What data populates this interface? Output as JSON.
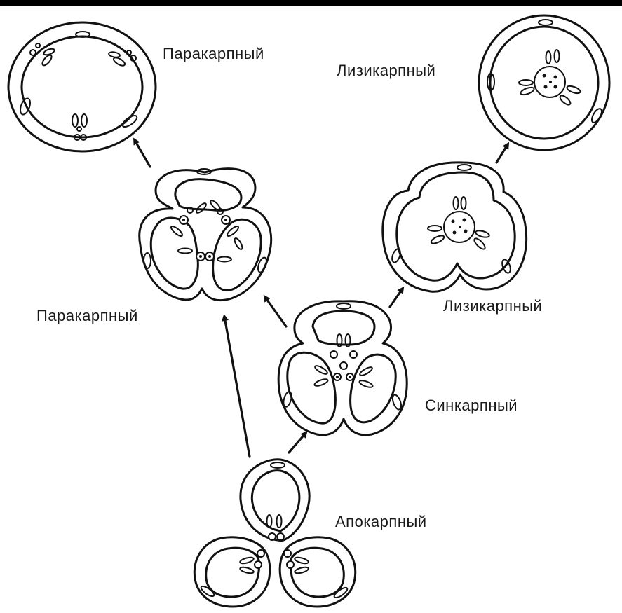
{
  "labels": {
    "parakarpny_top": "Паракарпный",
    "lizikarpny_top": "Лизикарпный",
    "parakarpny_mid": "Паракарпный",
    "lizikarpny_mid": "Лизикарпный",
    "sinkarpny": "Синкарпный",
    "apokarpny": "Апокарпный"
  },
  "colors": {
    "ink": "#111111",
    "background": "#ffffff",
    "top_bar": "#000000"
  }
}
